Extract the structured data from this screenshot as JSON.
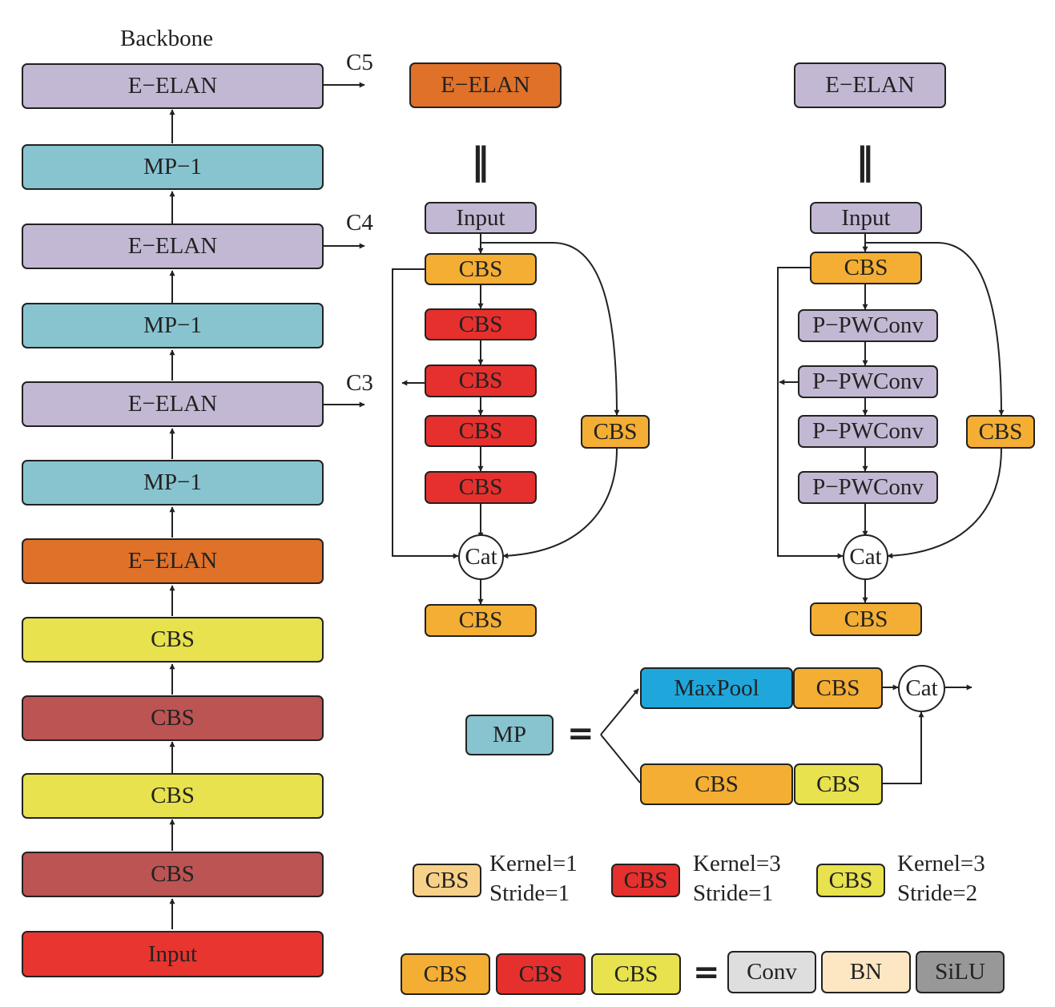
{
  "colors": {
    "e_elan_purple": "#c3b8d3",
    "e_elan_orange": "#e07129",
    "mp_blue": "#88c4d0",
    "cbs_yellow": "#e7e24d",
    "cbs_darkred": "#bb5453",
    "input_red": "#e83530",
    "cbs_orange": "#f3ae33",
    "cbs_red": "#e6302d",
    "maxpool_blue": "#1fa7dc",
    "cbs_light": "#f8d188",
    "conv_gray": "#dedede",
    "bn_cream": "#fde6c2",
    "silu_gray": "#989898",
    "line": "#222222"
  },
  "backbone": {
    "title": "Backbone",
    "blocks": [
      "E−ELAN",
      "MP−1",
      "E−ELAN",
      "MP−1",
      "E−ELAN",
      "MP−1",
      "E−ELAN",
      "CBS",
      "CBS",
      "CBS",
      "CBS",
      "Input"
    ],
    "outputs": [
      "C5",
      "C4",
      "C3"
    ]
  },
  "original_eelan": {
    "header": "E−ELAN",
    "equals": "‖",
    "input": "Input",
    "main_chain": [
      "CBS",
      "CBS",
      "CBS",
      "CBS",
      "CBS"
    ],
    "side_cbs": "CBS",
    "concat": "Cat",
    "output": "CBS"
  },
  "modified_eelan": {
    "header": "E−ELAN",
    "equals": "‖",
    "input": "Input",
    "first_cbs": "CBS",
    "pwconv_chain": [
      "P−PWConv",
      "P−PWConv",
      "P−PWConv",
      "P−PWConv"
    ],
    "side_cbs": "CBS",
    "concat": "Cat",
    "output": "CBS"
  },
  "mp_module": {
    "label": "MP",
    "equals": "=",
    "top_branch": [
      "MaxPool",
      "CBS"
    ],
    "bottom_branch": [
      "CBS",
      "CBS"
    ],
    "concat": "Cat"
  },
  "legend": {
    "items": [
      {
        "box": "CBS",
        "kernel": "Kernel=1",
        "stride": "Stride=1"
      },
      {
        "box": "CBS",
        "kernel": "Kernel=3",
        "stride": "Stride=1"
      },
      {
        "box": "CBS",
        "kernel": "Kernel=3",
        "stride": "Stride=2"
      }
    ],
    "composition": {
      "cbs_boxes": [
        "CBS",
        "CBS",
        "CBS"
      ],
      "equals": "=",
      "parts": [
        "Conv",
        "BN",
        "SiLU"
      ]
    }
  }
}
